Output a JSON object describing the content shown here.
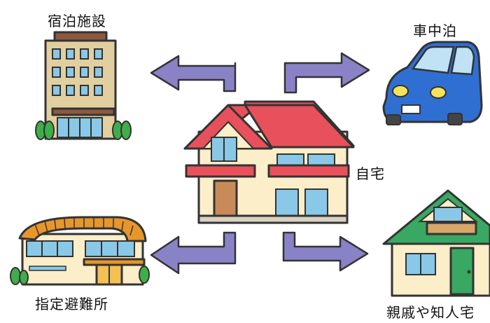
{
  "labels": {
    "hotel": "宿泊施設",
    "car": "車中泊",
    "home": "自宅",
    "shelter": "指定避難所",
    "relatives": "親戚や知人宅"
  },
  "colors": {
    "arrow": "#8a82c6",
    "outline": "#333333",
    "roof_red": "#e8505b",
    "car_blue": "#2f6fd1",
    "roof_green": "#38a862",
    "roof_orange": "#e7962c",
    "wall_cream": "#fbeec8",
    "window_blue": "#8ac8e8",
    "hotel_wall": "#e2cfa0"
  }
}
